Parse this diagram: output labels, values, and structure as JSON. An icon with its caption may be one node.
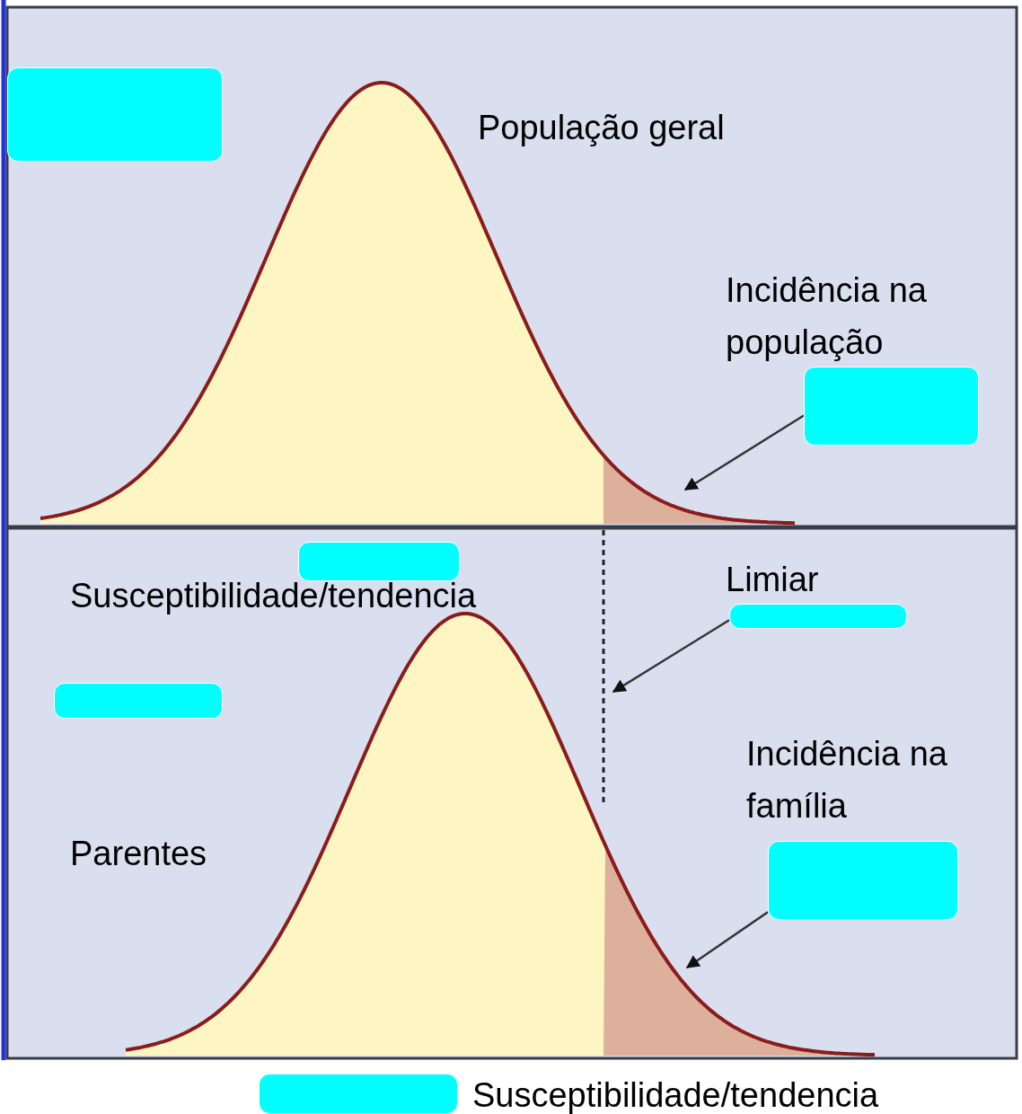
{
  "diagram": {
    "nodes": [
      {
        "text": [],
        "shape": "box"
      },
      {
        "text": [],
        "shape": "box",
        "beside": [
          "Incidência na população"
        ]
      },
      {
        "text": [],
        "shape": "box",
        "beside": [
          "Susceptibilidade/tendencia"
        ]
      },
      {
        "text": [],
        "shape": "box",
        "beside": [
          "Limiar"
        ]
      },
      {
        "text": [],
        "shape": "box",
        "beside": [
          "Parentes"
        ]
      },
      {
        "text": [],
        "shape": "box",
        "beside": [
          "Incidência na família"
        ]
      },
      {
        "text": [],
        "shape": "box",
        "beside": [
          "Susceptibilidade/tendencia"
        ]
      }
    ],
    "edges": [
      {
        "from": 1,
        "to": null,
        "arrow": "to"
      },
      {
        "from": 3,
        "to": null,
        "arrow": "to"
      },
      {
        "from": 5,
        "to": null,
        "arrow": "to"
      }
    ],
    "labels": [
      "População geral"
    ]
  }
}
